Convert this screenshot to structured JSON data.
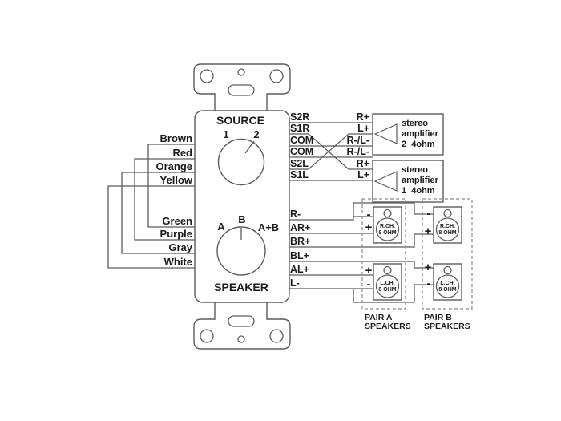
{
  "colors": {
    "line": "#5c5c5c",
    "dashed": "#8a8a8a",
    "text": "#1c1c1c",
    "background": "#ffffff"
  },
  "wall_plate": {
    "source_knob": {
      "label": "SOURCE",
      "positions": [
        "1",
        "2"
      ]
    },
    "speaker_knob": {
      "label": "SPEAKER",
      "positions": [
        "A",
        "B",
        "A+B"
      ]
    }
  },
  "jumper_wires": {
    "labels": [
      "Brown",
      "Red",
      "Orange",
      "Yellow",
      "Green",
      "Purple",
      "Gray",
      "White"
    ]
  },
  "source_section": {
    "terminals": [
      "S2R",
      "S1R",
      "COM",
      "COM",
      "S2L",
      "S1L"
    ],
    "amp_inputs": [
      "R+",
      "L+",
      "R-/L-",
      "R-/L-",
      "R+",
      "L+"
    ],
    "amplifiers": [
      {
        "line1": "stereo",
        "line2": "amplifier",
        "line3": "2  4ohm"
      },
      {
        "line1": "stereo",
        "line2": "amplifier",
        "line3": "1  4ohm"
      }
    ]
  },
  "speaker_section": {
    "terminals": [
      "R-",
      "AR+",
      "BR+",
      "BL+",
      "AL+",
      "L-"
    ],
    "pairs": [
      {
        "caption_line1": "PAIR A",
        "caption_line2": "SPEAKERS",
        "speakers": [
          {
            "channel": "R.CH.",
            "impedance": "8 OHM",
            "upper_sign": "-",
            "lower_sign": "+"
          },
          {
            "channel": "L.CH.",
            "impedance": "8 OHM",
            "upper_sign": "+",
            "lower_sign": "-"
          }
        ]
      },
      {
        "caption_line1": "PAIR B",
        "caption_line2": "SPEAKERS",
        "speakers": [
          {
            "channel": "R.CH.",
            "impedance": "8 OHM",
            "upper_sign": "-",
            "lower_sign": "+"
          },
          {
            "channel": "L.CH.",
            "impedance": "8 OHM",
            "upper_sign": "+",
            "lower_sign": "-"
          }
        ]
      }
    ]
  }
}
